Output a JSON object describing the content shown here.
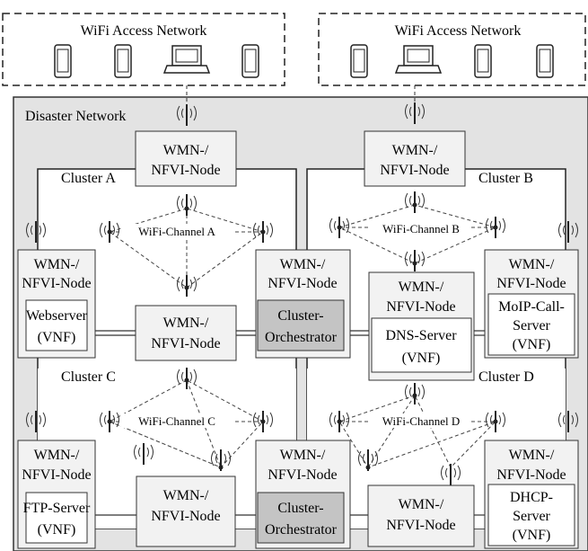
{
  "access_networks": [
    {
      "title": "WiFi Access Network",
      "devices": [
        "phone-icon",
        "phone-icon",
        "laptop-icon",
        "phone-icon"
      ]
    },
    {
      "title": "WiFi Access Network",
      "devices": [
        "phone-icon",
        "laptop-icon",
        "phone-icon",
        "phone-icon"
      ]
    }
  ],
  "disaster_network": {
    "title": "Disaster Network"
  },
  "clusters": {
    "a": "Cluster A",
    "b": "Cluster B",
    "c": "Cluster C",
    "d": "Cluster D"
  },
  "channels": {
    "a": "WiFi-Channel A",
    "b": "WiFi-Channel B",
    "c": "WiFi-Channel C",
    "d": "WiFi-Channel D"
  },
  "node": {
    "line1": "WMN-/",
    "line2": "NFVI-Node"
  },
  "vnfs": {
    "webserver": [
      "Webserver",
      "(VNF)"
    ],
    "dns": [
      "DNS-Server",
      "(VNF)"
    ],
    "moip": [
      "MoIP-Call-",
      "Server",
      "(VNF)"
    ],
    "ftp": [
      "FTP-Server",
      "(VNF)"
    ],
    "dhcp": [
      "DHCP-",
      "Server",
      "(VNF)"
    ]
  },
  "orchestrator": [
    "Cluster-",
    "Orchestrator"
  ],
  "colors": {
    "network_bg": "#e3e3e3",
    "node_bg": "#f2f2f2",
    "orchestrator_bg": "#c4c4c4",
    "line": "#333333"
  }
}
